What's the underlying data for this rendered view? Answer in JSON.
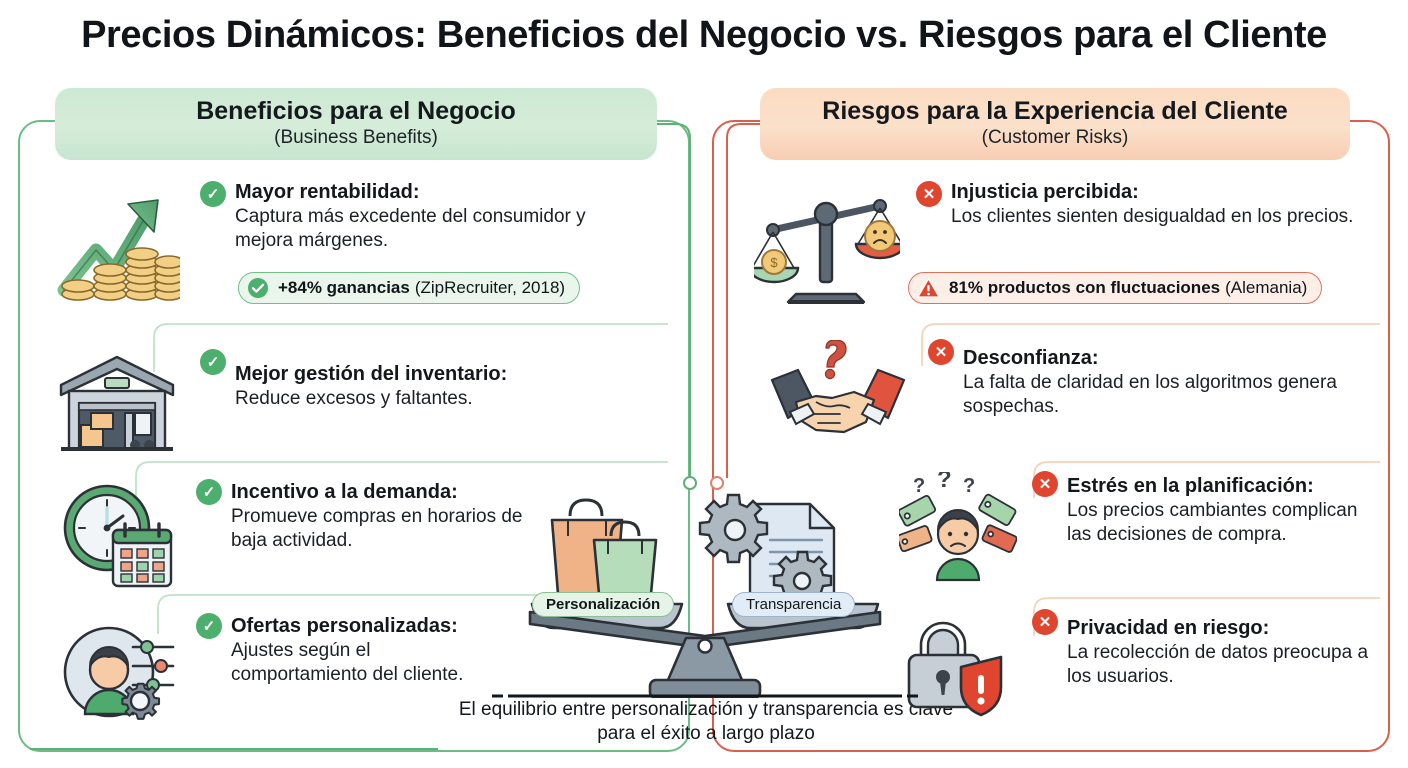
{
  "title": "Precios Dinámicos: Beneficios del Negocio vs. Riesgos para el Cliente",
  "colors": {
    "green_accent": "#4caf6d",
    "green_border": "#6bbd86",
    "red_accent": "#e0452f",
    "red_border": "#d9604d",
    "header_green": "#cde9d3",
    "header_orange": "#fbdcc2",
    "text": "#14181c"
  },
  "left_panel": {
    "header_main": "Beneficios para el Negocio",
    "header_sub": "(Business Benefits)",
    "badge_symbol": "✓",
    "items": [
      {
        "icon": "growth-chart-coins-icon",
        "headline": "Mayor rentabilidad:",
        "body": "Captura más excedente del consumidor y mejora márgenes."
      },
      {
        "icon": "warehouse-icon",
        "headline": "Mejor gestión del inventario:",
        "body": "Reduce excesos y faltantes."
      },
      {
        "icon": "clock-calendar-icon",
        "headline": "Incentivo a la demanda:",
        "body": "Promueve compras en horarios de baja actividad."
      },
      {
        "icon": "user-settings-gear-icon",
        "headline": "Ofertas personalizadas:",
        "body": "Ajustes según el comportamiento del cliente."
      }
    ],
    "stat": {
      "icon": "check-circle-icon",
      "strong": "+84% ganancias",
      "source": "(ZipRecruiter, 2018)"
    }
  },
  "right_panel": {
    "header_main": "Riesgos para la Experiencia del Cliente",
    "header_sub": "(Customer Risks)",
    "badge_symbol": "✕",
    "items": [
      {
        "icon": "unbalanced-scale-sad-face-icon",
        "headline": "Injusticia percibida:",
        "body": "Los clientes sienten desigualdad en los precios."
      },
      {
        "icon": "handshake-question-icon",
        "headline": "Desconfianza:",
        "body": "La falta de claridad en los algoritmos genera sospechas."
      },
      {
        "icon": "confused-shopper-price-tags-icon",
        "headline": "Estrés en la planificación:",
        "body": "Los precios cambiantes complican las decisiones de compra."
      },
      {
        "icon": "padlock-shield-alert-icon",
        "headline": "Privacidad en riesgo:",
        "body": "La recolección de datos preocupa a los usuarios."
      }
    ],
    "stat": {
      "icon": "warning-triangle-icon",
      "strong": "81% productos con fluctuaciones",
      "source": "(Alemania)"
    }
  },
  "center": {
    "icon": "balance-scale-icon",
    "left_pan_label": "Personalización",
    "right_pan_label": "Transparencia",
    "left_pan_icon": "shopping-bags-icon",
    "right_pan_icon": "document-gears-icon",
    "caption": "El equilibrio entre personalización y transparencia es clave para el éxito a largo plazo"
  }
}
